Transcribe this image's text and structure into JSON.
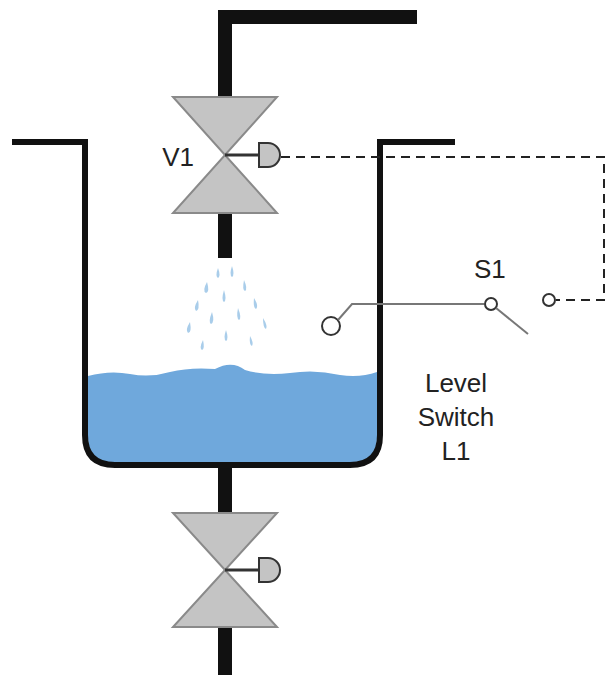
{
  "diagram": {
    "labels": [
      "V1",
      "S1",
      "Level Switch L1"
    ]
  }
}
